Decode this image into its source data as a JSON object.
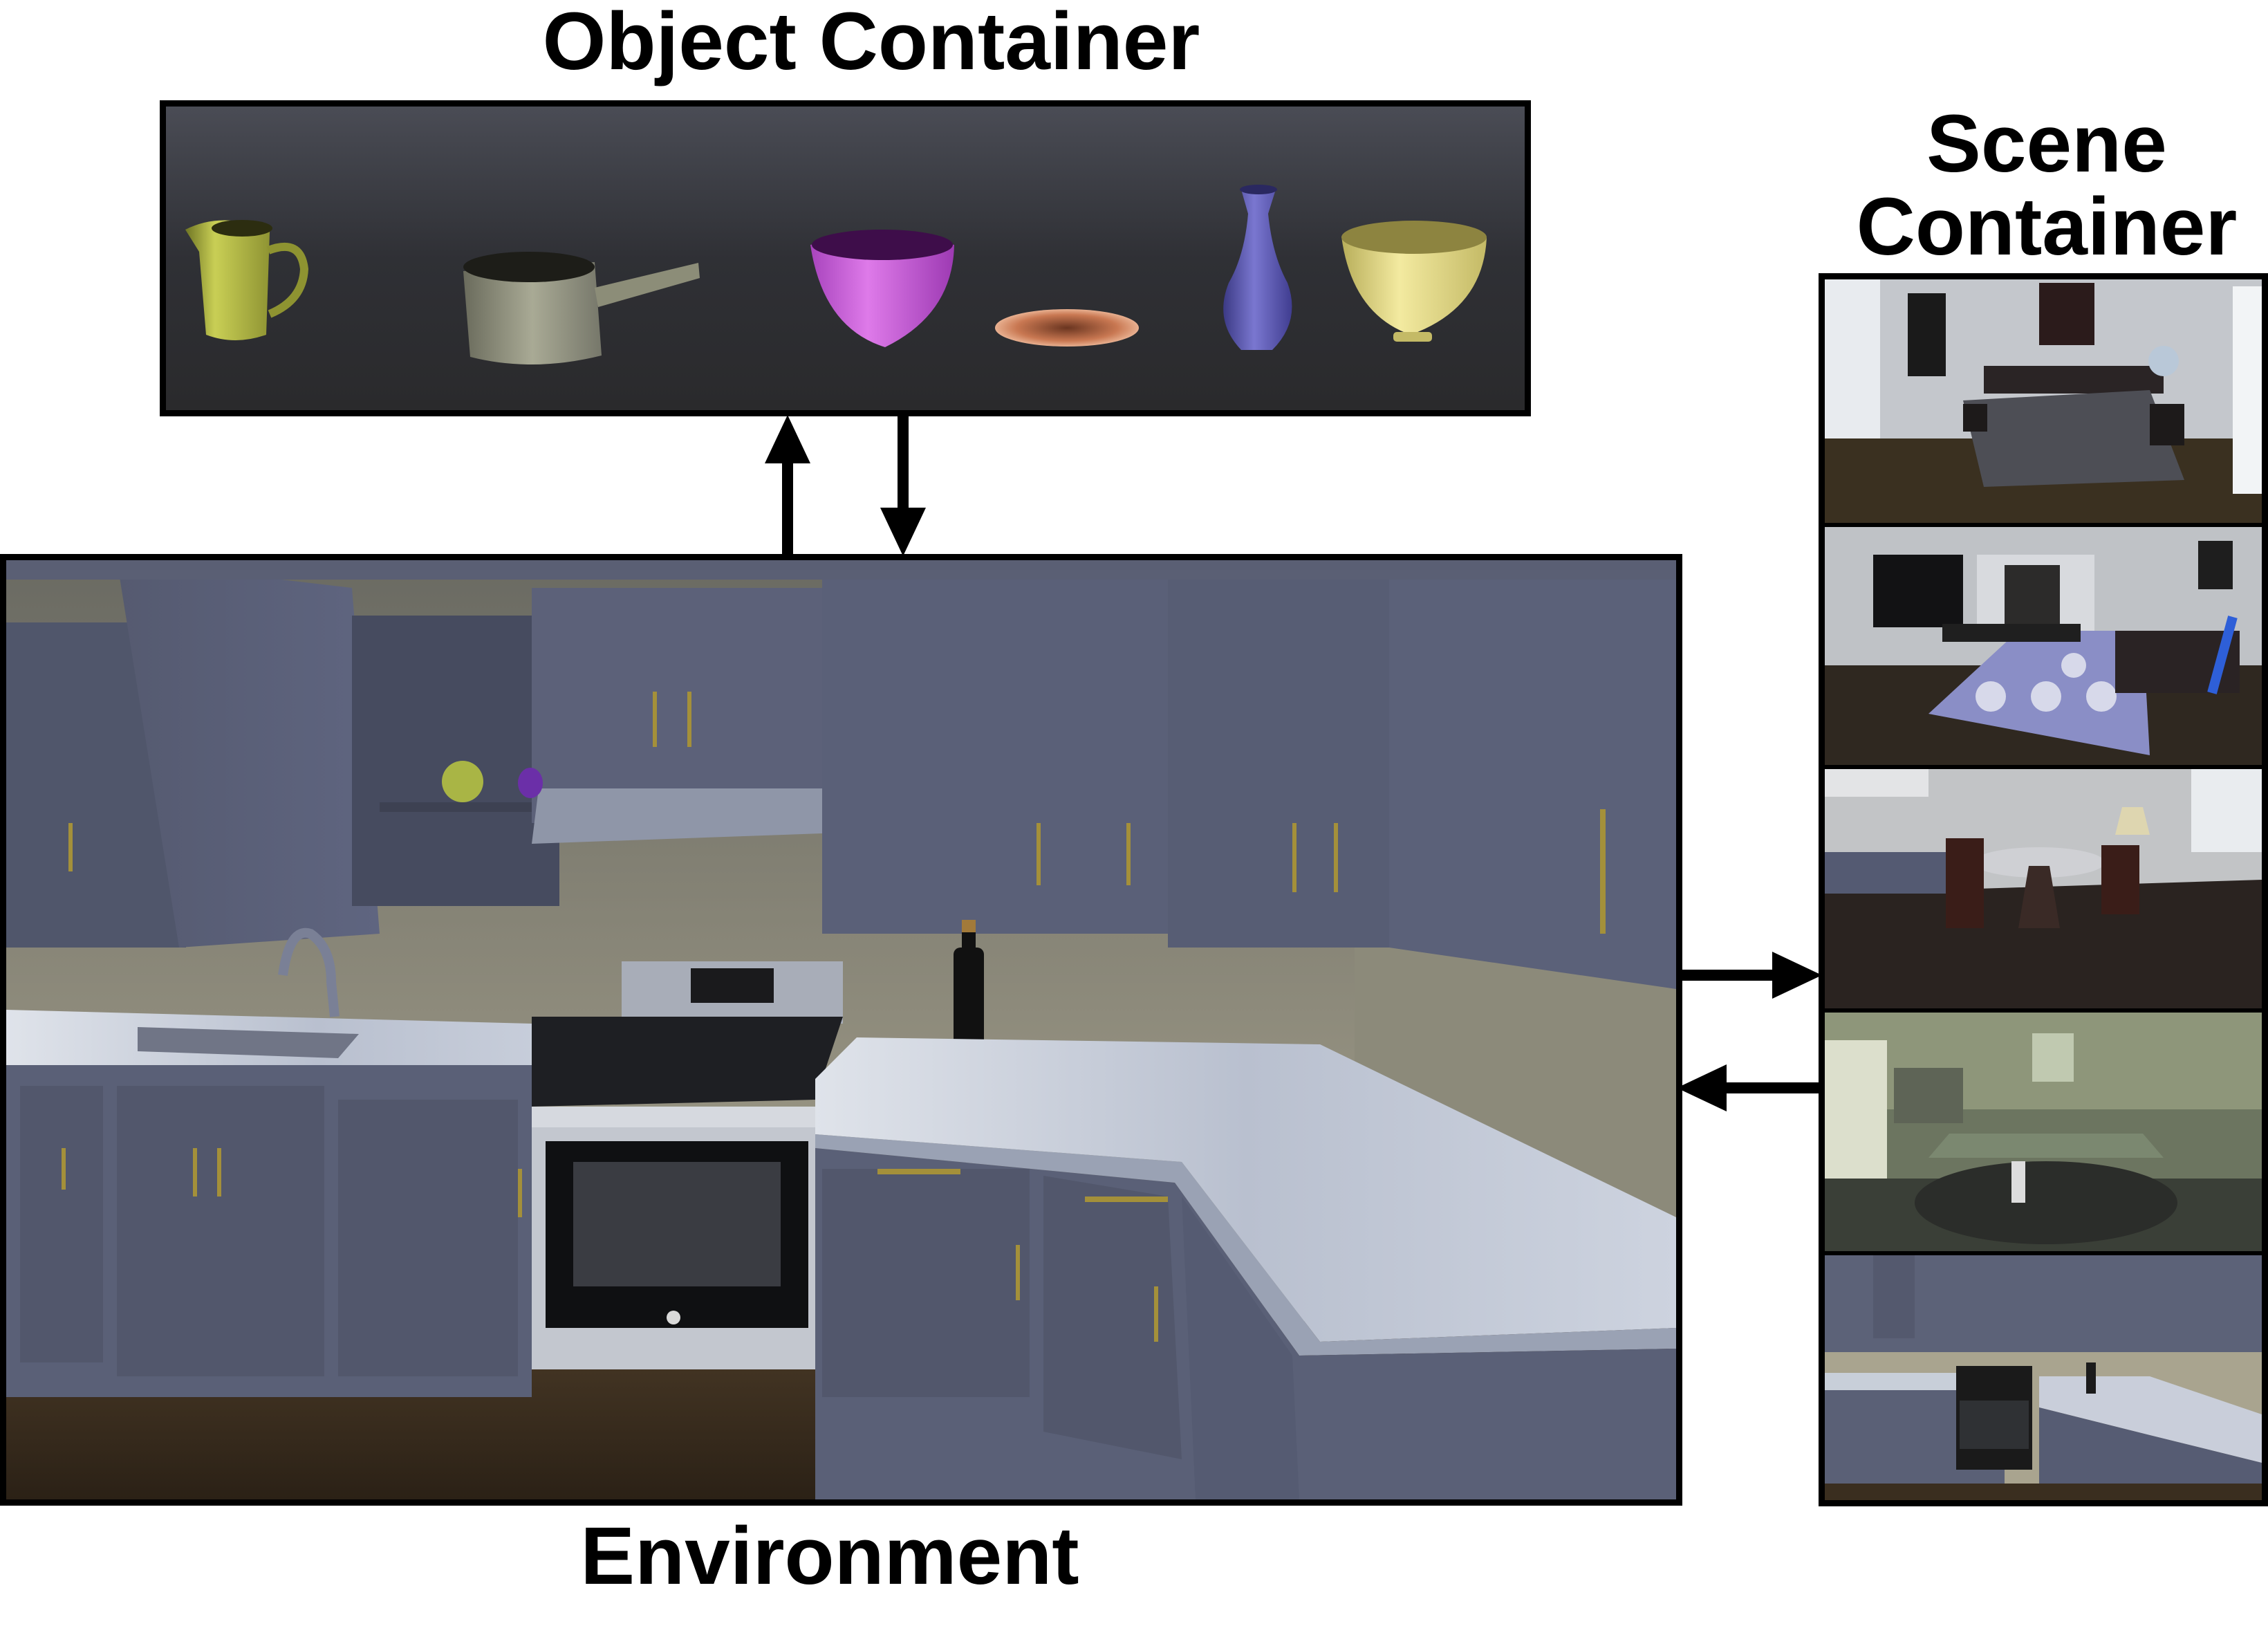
{
  "labels": {
    "object_container": "Object Container",
    "scene_container_line1": "Scene",
    "scene_container_line2": "Container",
    "environment": "Environment"
  },
  "object_container": {
    "objects": [
      "pitcher-icon",
      "saucepan-icon",
      "bowl-icon",
      "plate-icon",
      "vase-icon",
      "bowl-icon"
    ],
    "colors": {
      "pitcher": "#b7bd48",
      "saucepan": "#9a9b86",
      "bowl_purple": "#c35ad3",
      "plate": "#c97852",
      "vase": "#5a57b0",
      "bowl_yellow": "#e6dc84"
    }
  },
  "scene_container": {
    "scenes": [
      "bedroom-thumbnail",
      "living-room-thumbnail",
      "dining-room-thumbnail",
      "kitchen-thumbnail",
      "kitchen-closeup-thumbnail"
    ]
  },
  "environment": {
    "scene": "kitchen-render"
  },
  "colors": {
    "border": "#000000",
    "cabinet": "#5b6178",
    "countertop": "#c9cfdb",
    "wall": "#b4ae97",
    "floor": "#3b2e1f"
  }
}
